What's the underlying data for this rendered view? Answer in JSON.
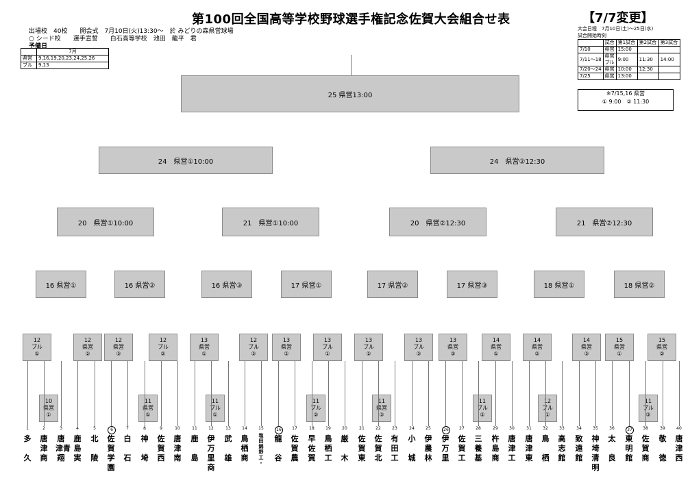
{
  "header": {
    "title": "第100回全国高等学校野球選手権記念佐賀大会組合せ表",
    "line1": "出場校　40校　　開会式　7月10日(火)13:30～　於 みどりの森県営球場",
    "line2": "○ シード校　　選手宣誓　　白石高等学校　池田　龍平　君",
    "line3": "予備日",
    "reserve_table": {
      "month": "7月",
      "rows": [
        {
          "venue": "県営",
          "days": "9,16,19,20,23,24,25,26"
        },
        {
          "venue": "ブル",
          "days": "9,13"
        }
      ]
    }
  },
  "update": {
    "title": "【7/7変更】",
    "dates": "大会日程　7月10日(土)～25日(水)",
    "start_label": "試合開始時刻",
    "table_header": [
      "",
      "試合",
      "第1試合",
      "第2試合",
      "第3試合"
    ],
    "table_rows": [
      [
        "7/10",
        "県営",
        "15:00",
        "",
        ""
      ],
      [
        "7/11～18",
        "県営\nブル",
        "9:00",
        "11:30",
        "14:00"
      ],
      [
        "7/20～24",
        "県営",
        "10:00",
        "12:30",
        ""
      ],
      [
        "7/25",
        "県営",
        "13:00",
        "",
        ""
      ]
    ],
    "note_line1": "※7/15,16 県営",
    "note_line2": "①  9:00　②  11:30"
  },
  "rounds": {
    "final": "25 県営13:00",
    "semi": [
      "24　県営①10:00",
      "24　県営②12:30"
    ],
    "quarter": [
      "20　県営①10:00",
      "21　県営①10:00",
      "20　県営②12:30",
      "21　県営②12:30"
    ],
    "r3": [
      "16 県営①",
      "16 県営②",
      "16 県営③",
      "17 県営①",
      "17 県営②",
      "17 県営③",
      "18 県営①",
      "18 県営②"
    ],
    "r2": [
      "12\nブル\n①",
      "12\n県営\n②",
      "12\n県営\n③",
      "12\nブル\n②",
      "13\n県営\n①",
      "12\nブル\n③",
      "13\n県営\n②",
      "13\nブル\n①",
      "13\nブル\n②",
      "13\nブル\n③",
      "13\n県営\n③",
      "14\n県営\n①",
      "14\n県営\n②",
      "14\n県営\n③",
      "15\n県営\n①",
      "15\n県営\n②"
    ],
    "r1": [
      "10\n県営\n①",
      "11\n県営\n①",
      "11\nブル\n①",
      "11\nブル\n②",
      "11\n県営\n③",
      "11\nブル\n②",
      "12\nブル\n①",
      "11\nブル\n③"
    ]
  },
  "teams": [
    {
      "no": "1",
      "name": "多\n\n久"
    },
    {
      "no": "2",
      "name": "唐\n津\n商"
    },
    {
      "no": "3",
      "name": "唐\n津青\n翔"
    },
    {
      "no": "4",
      "name": "鹿\n島\n実"
    },
    {
      "no": "5",
      "name": "北\n\n陵"
    },
    {
      "no": "6",
      "name": "佐\n賀\n学\n園",
      "seed": true
    },
    {
      "no": "7",
      "name": "白\n\n石"
    },
    {
      "no": "8",
      "name": "神\n\n埼"
    },
    {
      "no": "9",
      "name": "佐\n賀\n西"
    },
    {
      "no": "10",
      "name": "唐\n津\n南"
    },
    {
      "no": "11",
      "name": "鹿\n\n島"
    },
    {
      "no": "12",
      "name": "伊\n万\n里\n商"
    },
    {
      "no": "13",
      "name": "武\n\n雄"
    },
    {
      "no": "14",
      "name": "鳥\n栖\n商"
    },
    {
      "no": "15",
      "name": "塩\n田\n錦\n野\n工\n・"
    },
    {
      "no": "16",
      "name": "龍\n\n谷",
      "seed": true
    },
    {
      "no": "17",
      "name": "佐\n賀\n農"
    },
    {
      "no": "18",
      "name": "早\n佐\n賀"
    },
    {
      "no": "19",
      "name": "鳥\n栖\n工"
    },
    {
      "no": "20",
      "name": "厳\n\n木"
    },
    {
      "no": "21",
      "name": "佐\n賀\n東"
    },
    {
      "no": "22",
      "name": "佐\n賀\n北"
    },
    {
      "no": "23",
      "name": "有\n田\n工"
    },
    {
      "no": "24",
      "name": "小\n\n城"
    },
    {
      "no": "25",
      "name": "伊\n農\n林"
    },
    {
      "no": "26",
      "name": "伊\n万\n里",
      "seed": true
    },
    {
      "no": "27",
      "name": "佐\n賀\n工"
    },
    {
      "no": "28",
      "name": "三\n養\n基"
    },
    {
      "no": "29",
      "name": "杵\n島\n商"
    },
    {
      "no": "30",
      "name": "唐\n津\n工"
    },
    {
      "no": "31",
      "name": "唐\n津\n東"
    },
    {
      "no": "32",
      "name": "鳥\n\n栖"
    },
    {
      "no": "33",
      "name": "高\n志\n館"
    },
    {
      "no": "34",
      "name": "致\n遠\n館"
    },
    {
      "no": "35",
      "name": "神\n埼\n清\n明"
    },
    {
      "no": "36",
      "name": "太\n\n良"
    },
    {
      "no": "37",
      "name": "東\n明\n館",
      "seed": true
    },
    {
      "no": "38",
      "name": "佐\n賀\n商"
    },
    {
      "no": "39",
      "name": "敬\n\n徳"
    },
    {
      "no": "40",
      "name": "唐\n津\n西"
    }
  ]
}
